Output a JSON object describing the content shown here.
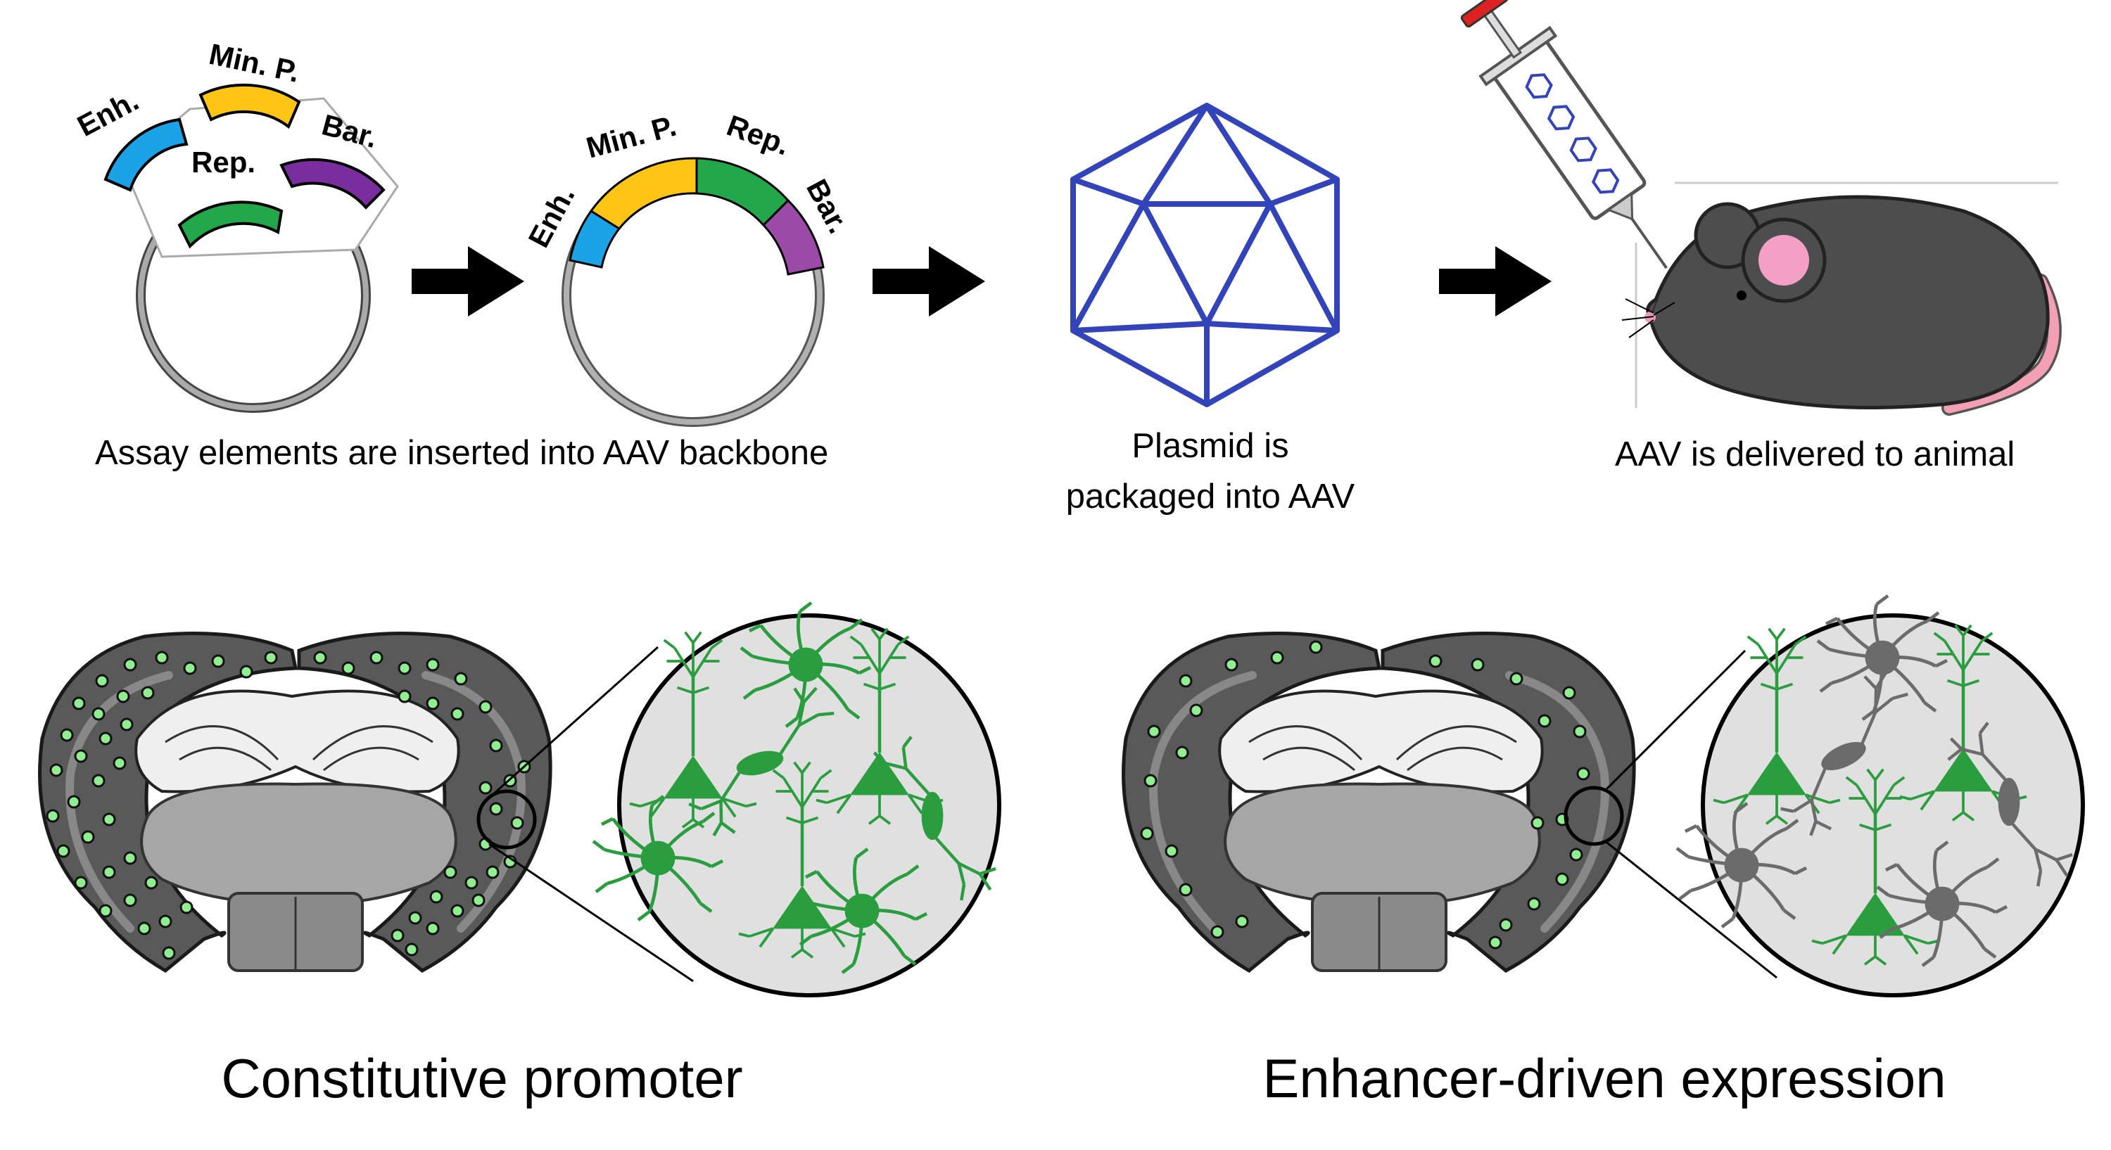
{
  "elements": {
    "enhancer": "Enh.",
    "min_promoter": "Min. P.",
    "reporter": "Rep.",
    "barcode": "Bar."
  },
  "colors": {
    "enhancer": "#1aa3e6",
    "min_promoter": "#ffc515",
    "reporter": "#22a84a",
    "barcode": "#7a2e9e",
    "barcode_inserted": "#9b4aa8",
    "capsid": "#3344bb",
    "expressing_cell": "#2a9d3f",
    "silent_cell": "#6b6b6b",
    "marker_dot": "#90ee90"
  },
  "steps": {
    "step1_caption": "Assay elements are inserted into AAV backbone",
    "step2_caption_line1": "Plasmid is",
    "step2_caption_line2": "packaged into AAV",
    "step3_caption": "AAV is delivered to animal"
  },
  "panels": {
    "left_title": "Constitutive promoter",
    "right_title": "Enhancer-driven expression"
  }
}
